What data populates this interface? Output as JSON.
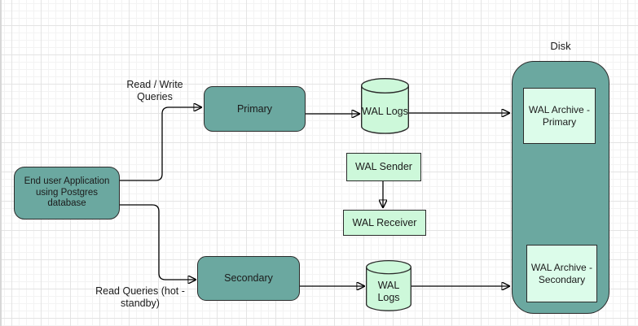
{
  "colors": {
    "teal": "#6ba8a0",
    "mint": "#cdf8da",
    "mint_light": "#dcfcea",
    "stroke": "#2b2b2b",
    "connector": "#000000",
    "grid_minor": "#f3f3f3",
    "grid_major": "#e4e4e4",
    "canvas_edge": "#d7d7d7",
    "text": "#1b1b1b"
  },
  "nodes": {
    "end_user": {
      "label": "End user Application using Postgres database"
    },
    "primary": {
      "label": "Primary"
    },
    "secondary": {
      "label": "Secondary"
    },
    "wal_logs_top": {
      "label": "WAL Logs"
    },
    "wal_logs_bottom": {
      "label": "WAL Logs"
    },
    "wal_sender": {
      "label": "WAL Sender"
    },
    "wal_receiver": {
      "label": "WAL Receiver"
    },
    "disk": {
      "label": "Disk"
    },
    "wal_archive_primary": {
      "label": "WAL Archive - Primary"
    },
    "wal_archive_secondary": {
      "label": "WAL Archive - Secondary"
    }
  },
  "edges": [
    {
      "from": "end_user",
      "to": "primary",
      "label": "Read / Write Queries"
    },
    {
      "from": "end_user",
      "to": "secondary",
      "label": "Read Queries (hot - standby)"
    },
    {
      "from": "primary",
      "to": "wal_logs_top",
      "label": ""
    },
    {
      "from": "wal_logs_top",
      "to": "disk",
      "label": ""
    },
    {
      "from": "secondary",
      "to": "wal_logs_bottom",
      "label": ""
    },
    {
      "from": "wal_logs_bottom",
      "to": "disk",
      "label": ""
    },
    {
      "from": "wal_sender",
      "to": "wal_receiver",
      "label": ""
    }
  ]
}
